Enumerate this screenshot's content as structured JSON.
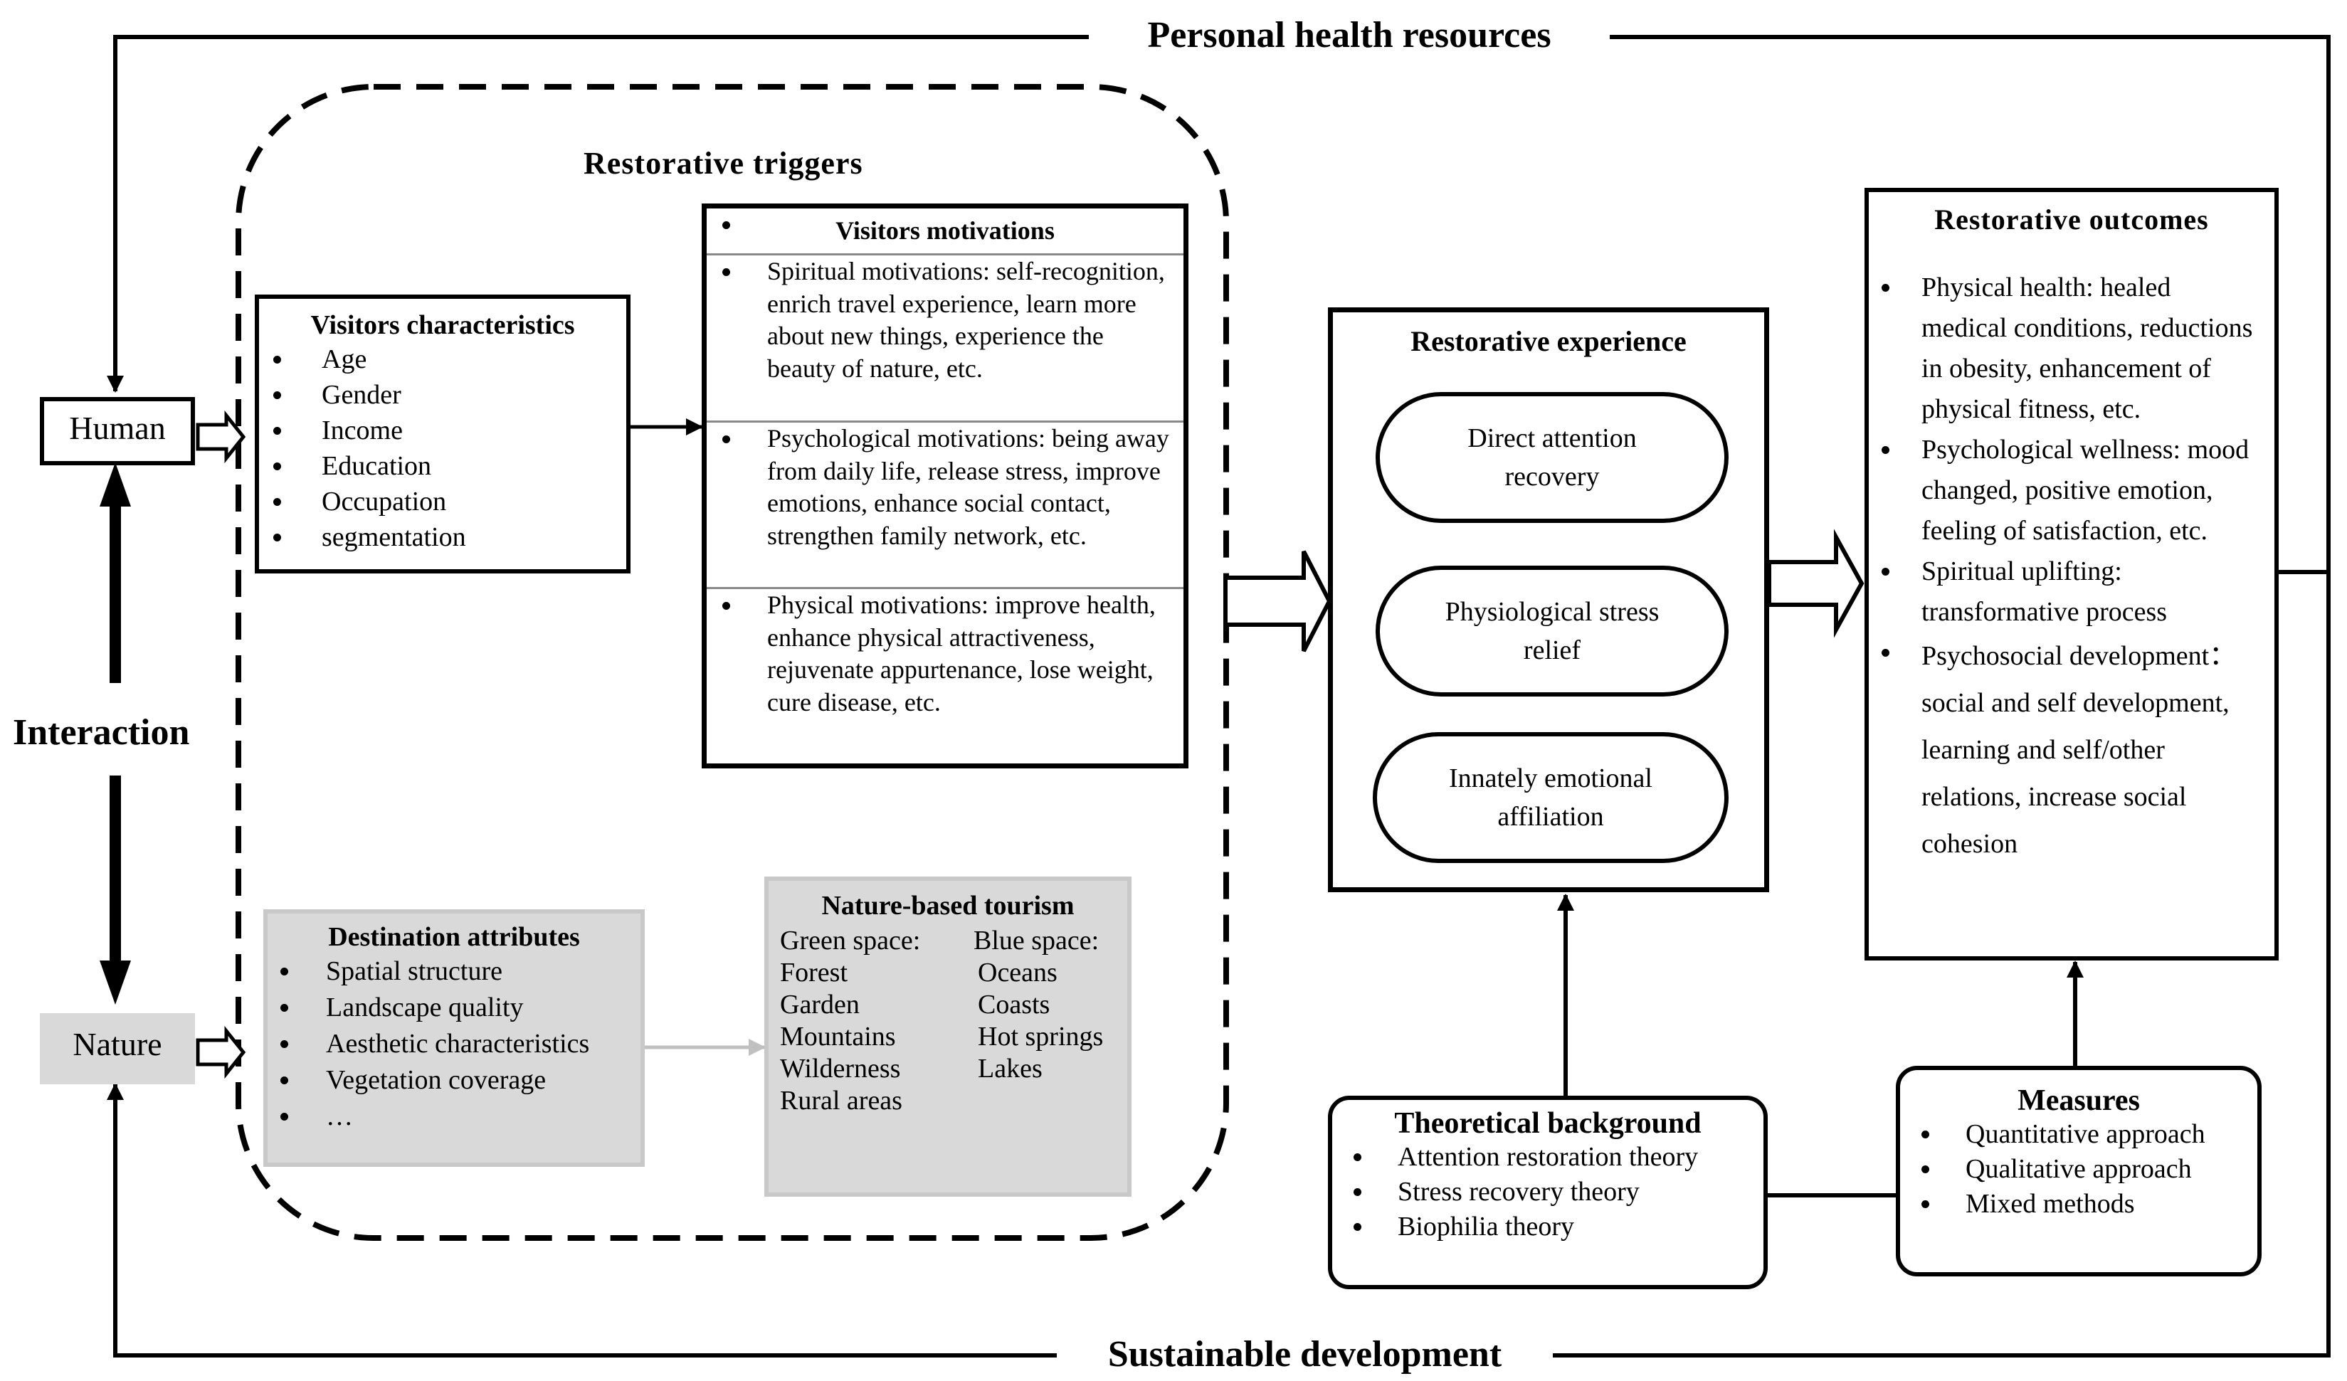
{
  "labels": {
    "top": "Personal health resources",
    "bottom": "Sustainable development",
    "interaction": "Interaction",
    "human": "Human",
    "nature": "Nature",
    "restorative_triggers": "Restorative triggers"
  },
  "visitors_characteristics": {
    "title": "Visitors characteristics",
    "items": [
      "Age",
      "Gender",
      "Income",
      "Education",
      "Occupation",
      "segmentation"
    ]
  },
  "visitors_motivations": {
    "title": "Visitors motivations",
    "items": [
      "Spiritual motivations: self-recognition, enrich travel experience, learn more about new things, experience the beauty of nature, etc.",
      "Psychological motivations: being away from daily life, release stress, improve emotions, enhance social contact, strengthen family network, etc.",
      "Physical motivations: improve health, enhance physical attractiveness, rejuvenate appurtenance, lose weight, cure disease, etc."
    ]
  },
  "destination_attributes": {
    "title": "Destination attributes",
    "items": [
      "Spatial structure",
      "Landscape quality",
      "Aesthetic characteristics",
      "Vegetation coverage",
      "…"
    ]
  },
  "nature_based_tourism": {
    "title": "Nature-based tourism",
    "green_title": "Green space:",
    "green": [
      "Forest",
      "Garden",
      "Mountains",
      "Wilderness",
      "Rural areas"
    ],
    "blue_title": "Blue space:",
    "blue": [
      "Oceans",
      "Coasts",
      "Hot springs",
      "Lakes"
    ]
  },
  "restorative_experience": {
    "title": "Restorative experience",
    "items": [
      "Direct attention recovery",
      "Physiological stress relief",
      "Innately emotional affiliation"
    ]
  },
  "restorative_outcomes": {
    "title": "Restorative outcomes",
    "items": [
      "Physical health: healed medical conditions, reductions in obesity, enhancement of physical fitness, etc.",
      "Psychological wellness: mood changed, positive emotion, feeling of satisfaction, etc.",
      "Spiritual uplifting: transformative process",
      "Psychosocial development： social and self development, learning and self/other relations, increase social cohesion"
    ]
  },
  "theoretical_background": {
    "title": "Theoretical background",
    "items": [
      "Attention restoration theory",
      "Stress recovery theory",
      "Biophilia theory"
    ]
  },
  "measures": {
    "title": "Measures",
    "items": [
      "Quantitative approach",
      "Qualitative approach",
      "Mixed methods"
    ]
  },
  "colors": {
    "line": "#000000",
    "gray_fill": "#d9d9d9",
    "gray_border": "#c8c8c8",
    "gray_arrow": "#c0c0c0"
  }
}
